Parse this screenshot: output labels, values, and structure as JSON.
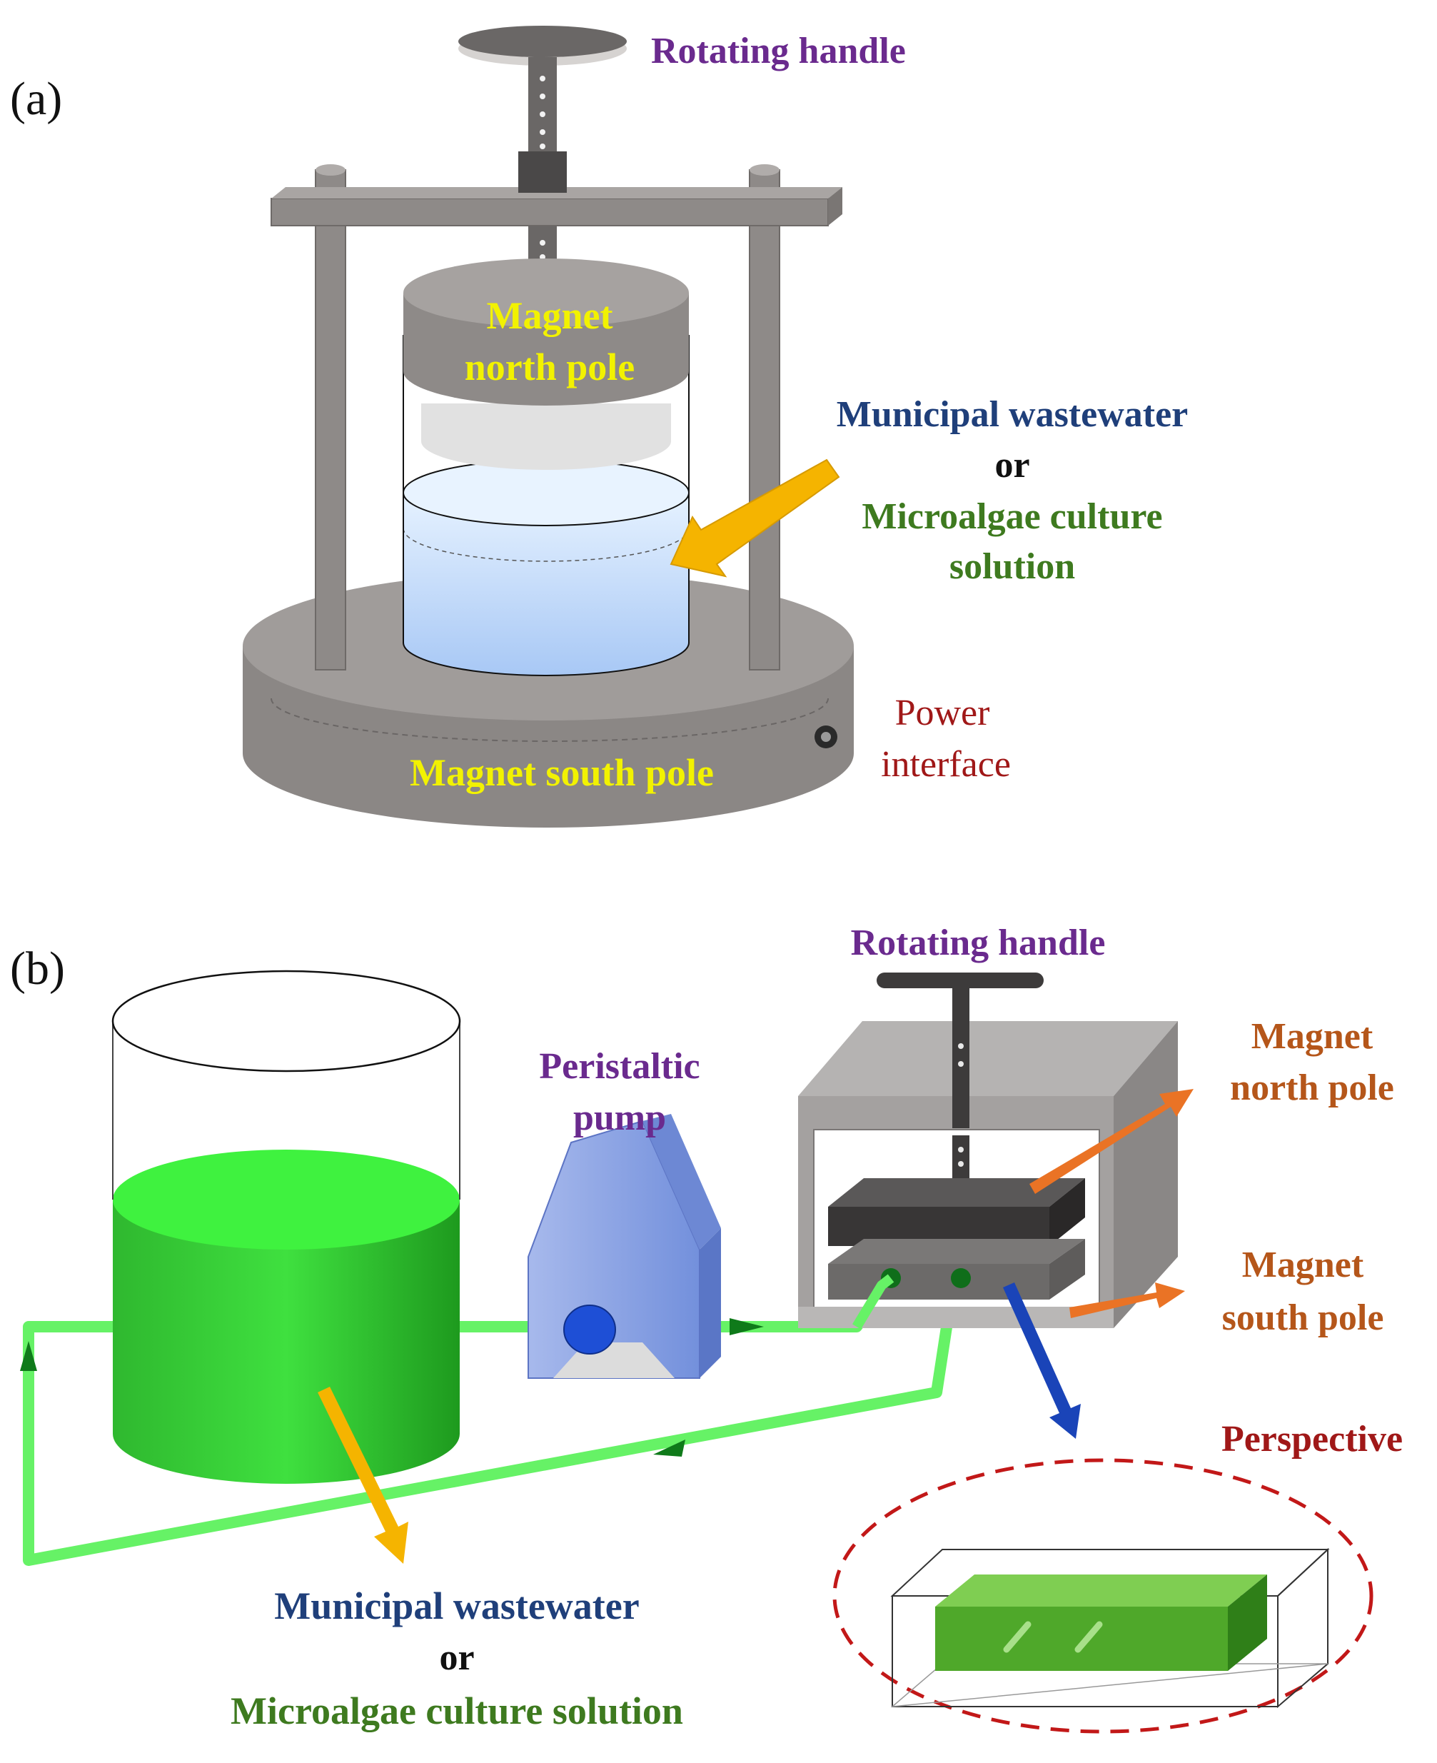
{
  "panel_a": {
    "tag": "(a)",
    "rotating_handle": "Rotating handle",
    "magnet_north_line1": "Magnet",
    "magnet_north_line2": "north pole",
    "water_line1": "Municipal wastewater",
    "water_line2": "or",
    "water_line3": "Microalgae culture",
    "water_line4": "solution",
    "magnet_south": "Magnet south pole",
    "power_line1": "Power",
    "power_line2": "interface"
  },
  "panel_b": {
    "tag": "(b)",
    "rotating_handle": "Rotating handle",
    "pump_line1": "Peristaltic",
    "pump_line2": "pump",
    "magnet_north_line1": "Magnet",
    "magnet_north_line2": "north pole",
    "magnet_south_line1": "Magnet",
    "magnet_south_line2": "south pole",
    "perspective": "Perspective",
    "water_line1": "Municipal wastewater",
    "water_line2": "or",
    "water_line3": "Microalgae culture solution"
  },
  "colors": {
    "purple": "#6a2a8e",
    "yellow_text": "#f2f200",
    "navy": "#1f3f7a",
    "olive": "#3e7a1f",
    "dark_red": "#a01818",
    "brown_orange": "#b5561a",
    "black": "#111111",
    "grey_device": "#8e8a88",
    "green_liquid": "#2ed62e",
    "yellow_arrow": "#f5b400",
    "orange_arrow": "#ea7325",
    "blue_arrow": "#1a44b8"
  }
}
